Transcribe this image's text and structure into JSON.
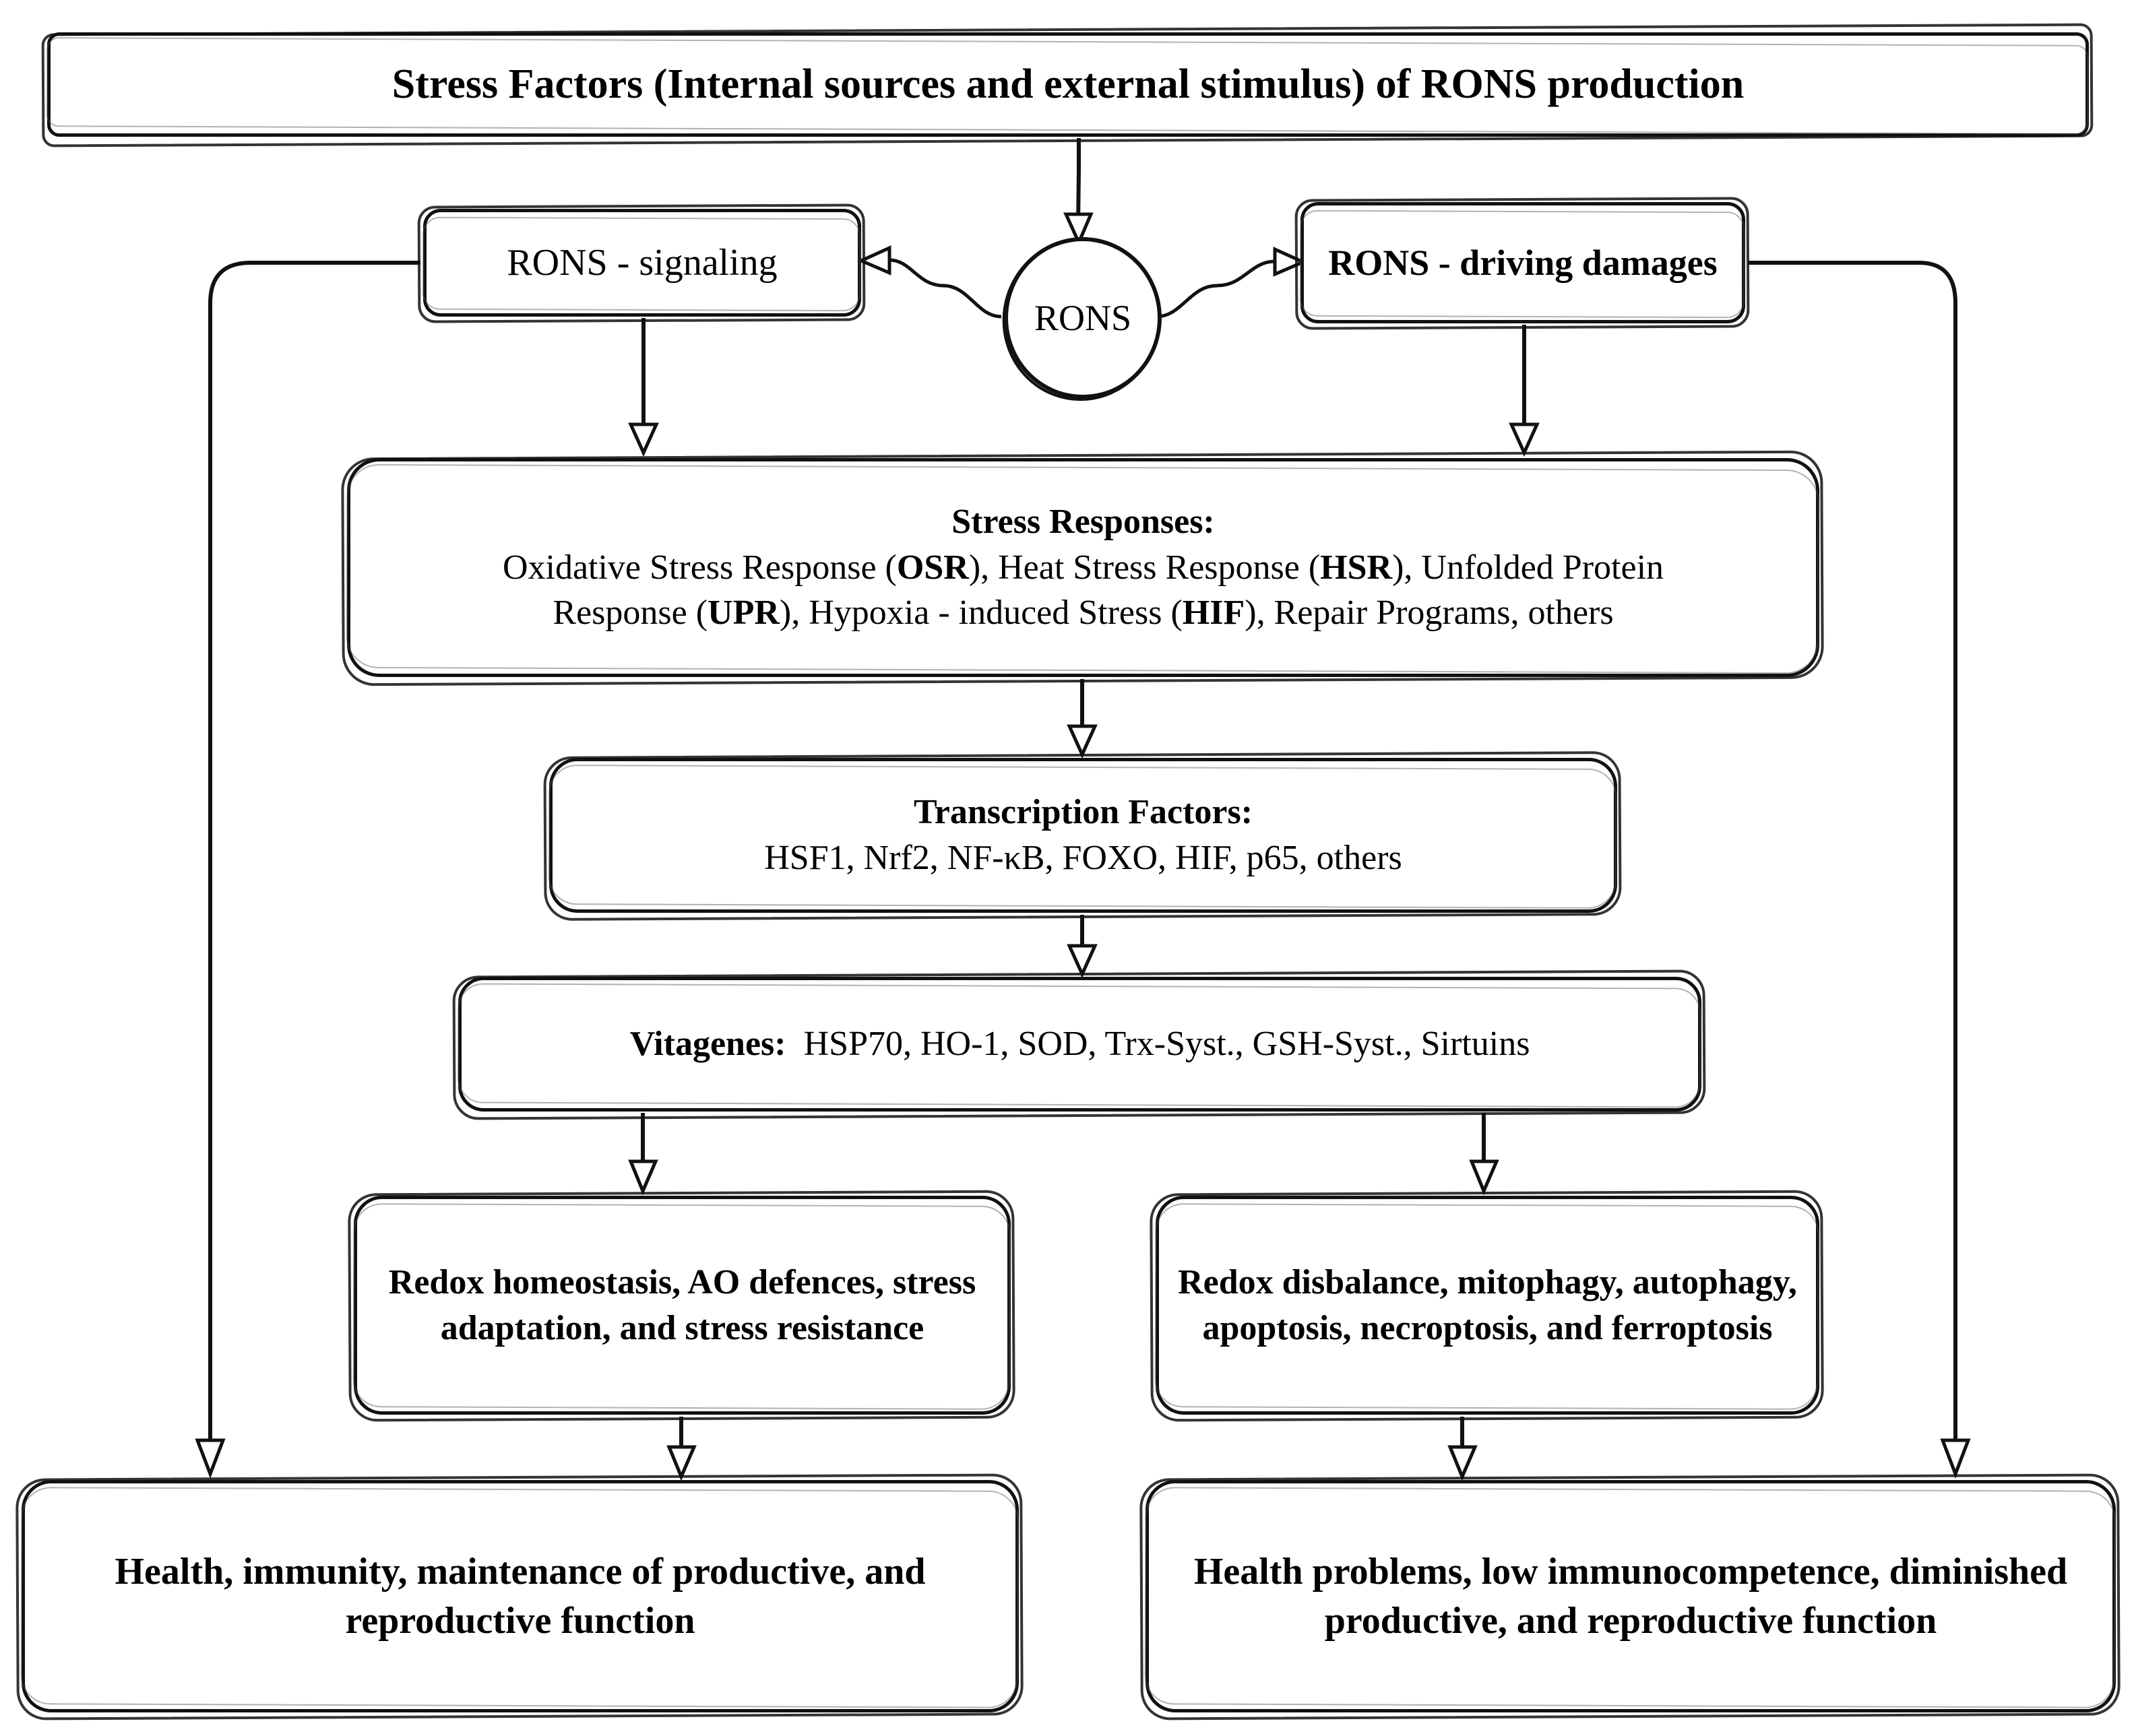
{
  "diagram": {
    "title": "Stress Factors (Internal sources and external stimulus) of RONS production"
  },
  "nodes": {
    "stress_factors": "Stress Factors (Internal sources and external stimulus) of RONS production",
    "rons_hub": "RONS",
    "rons_signaling": "RONS - signaling",
    "rons_driving_damages": "RONS - driving damages",
    "stress_responses": {
      "heading": "Stress Responses:",
      "line1": "Oxidative Stress Response (OSR), Heat Stress Response (HSR), Unfolded Protein",
      "line2": "Response (UPR), Hypoxia - induced Stress (HIF), Repair Programs, others",
      "bold_terms": [
        "OSR",
        "HSR",
        "UPR",
        "HIF"
      ]
    },
    "transcription_factors": {
      "heading": "Transcription Factors:",
      "list": "HSF1, Nrf2, NF-κB, FOXO, HIF, p65, others"
    },
    "vitagenes": {
      "heading": "Vitagenes:",
      "list": "HSP70, HO-1, SOD, Trx-Syst., GSH-Syst., Sirtuins"
    },
    "redox_good": "Redox homeostasis, AO defences, stress adaptation, and stress resistance",
    "redox_bad": "Redox disbalance, mitophagy, autophagy, apoptosis, necroptosis, and ferroptosis",
    "health_good": "Health, immunity, maintenance of productive, and reproductive function",
    "health_bad": "Health problems, low immunocompetence, diminished productive, and reproductive function"
  },
  "edges": [
    {
      "from": "stress_factors",
      "to": "rons_hub",
      "style": "arrow-down"
    },
    {
      "from": "rons_hub",
      "to": "rons_signaling",
      "style": "arrow-left"
    },
    {
      "from": "rons_hub",
      "to": "rons_driving_damages",
      "style": "arrow-right"
    },
    {
      "from": "rons_signaling",
      "to": "stress_responses",
      "style": "arrow-down"
    },
    {
      "from": "rons_driving_damages",
      "to": "stress_responses",
      "style": "arrow-down"
    },
    {
      "from": "stress_responses",
      "to": "transcription_factors",
      "style": "arrow-down"
    },
    {
      "from": "transcription_factors",
      "to": "vitagenes",
      "style": "arrow-down"
    },
    {
      "from": "vitagenes",
      "to": "redox_good",
      "style": "arrow-down"
    },
    {
      "from": "vitagenes",
      "to": "redox_bad",
      "style": "arrow-down"
    },
    {
      "from": "redox_good",
      "to": "health_good",
      "style": "arrow-down"
    },
    {
      "from": "redox_bad",
      "to": "health_bad",
      "style": "arrow-down"
    },
    {
      "from": "rons_signaling",
      "to": "health_good",
      "style": "elbow-left-down"
    },
    {
      "from": "rons_driving_damages",
      "to": "health_bad",
      "style": "elbow-right-down"
    }
  ],
  "colors": {
    "stroke": "#111111",
    "background": "#ffffff",
    "text": "#000000"
  }
}
